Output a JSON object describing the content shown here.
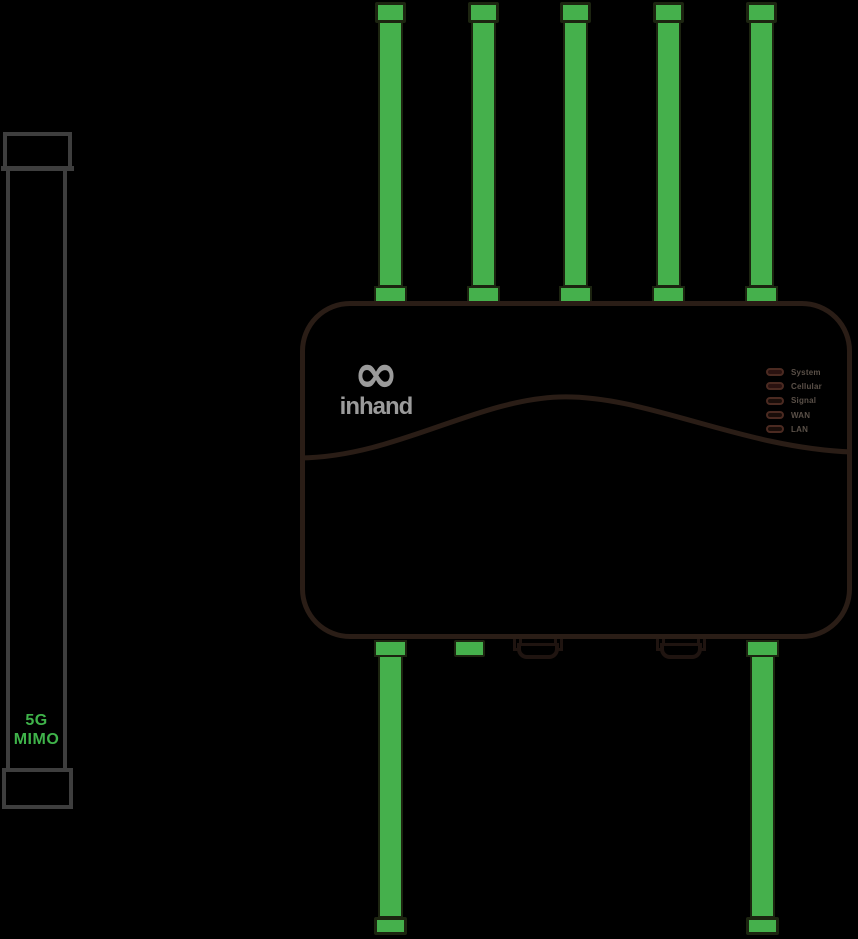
{
  "image": {
    "description": "Product diagram of InHand industrial 5G router with five top antennas, two bottom antennas and a separate 5G MIMO antenna",
    "background": "#000000"
  },
  "router": {
    "brand_text": "inhand",
    "logo_icon": "infinity",
    "outline_color": "#2a1d16",
    "leds": [
      {
        "label": "System"
      },
      {
        "label": "Cellular"
      },
      {
        "label": "Signal"
      },
      {
        "label": "WAN"
      },
      {
        "label": "LAN"
      }
    ]
  },
  "mimo_antenna": {
    "label_line1": "5G",
    "label_line2": "MIMO",
    "label_color": "#3fb34a",
    "outline_color": "#3e3e3e"
  },
  "antennas": {
    "top_count": 5,
    "bottom_count": 2,
    "fill_color": "#45b04c",
    "outline_color": "#1c2410"
  }
}
